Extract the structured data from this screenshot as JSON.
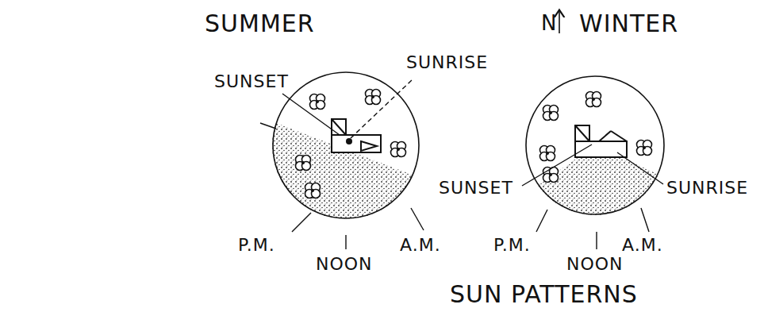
{
  "diagram": {
    "title": "SUN PATTERNS",
    "nodes": [
      {
        "text": [
          "SUMMER"
        ]
      },
      {
        "text": [
          "WINTER"
        ]
      }
    ],
    "labels": [
      "N",
      "SUNSET",
      "SUNRISE",
      "P.M.",
      "NOON",
      "A.M.",
      "SUNSET",
      "P.M.",
      "NOON",
      "A.M.",
      "SUNRISE"
    ]
  }
}
